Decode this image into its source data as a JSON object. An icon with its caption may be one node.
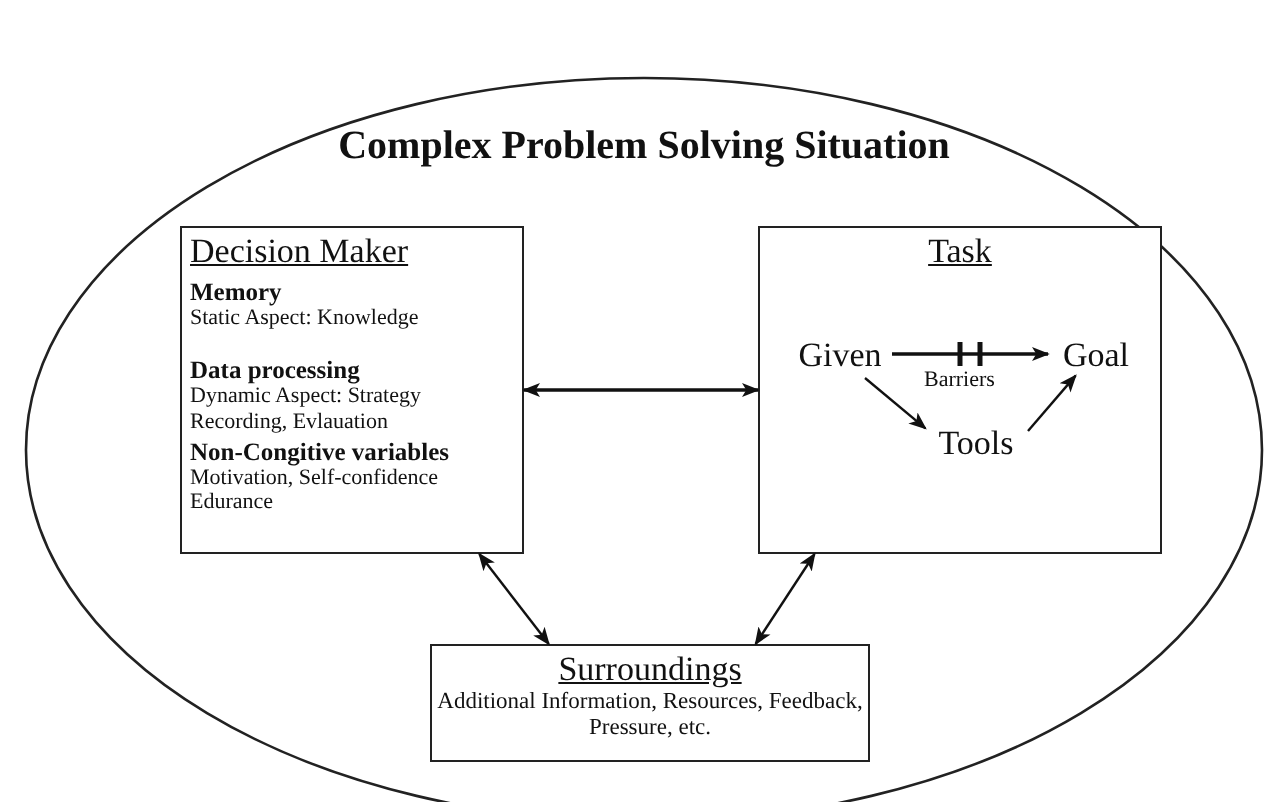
{
  "diagram": {
    "nodes": [
      {
        "text": [
          "Complex Problem Solving Situation"
        ]
      },
      {
        "text": [
          "Decision Maker",
          "Memory",
          "Static Aspect: Knowledge",
          "Data processing",
          "Dynamic Aspect: Strategy Recording, Evlauation",
          "Non-Congitive variables",
          "Motivation, Self-confidence Edurance"
        ],
        "in": 0
      },
      {
        "text": [
          "Task"
        ],
        "in": 0
      },
      {
        "text": [
          "Given"
        ],
        "in": 2
      },
      {
        "text": [
          "Goal"
        ],
        "in": 2
      },
      {
        "text": [
          "Tools"
        ],
        "in": 2
      },
      {
        "text": [
          "Surroundings",
          "Additional Information, Resources, Feedback, Pressure, etc."
        ],
        "in": 0
      }
    ],
    "edges": [
      {
        "from": 1,
        "to": 2,
        "arrow": "both"
      },
      {
        "from": 1,
        "to": 6,
        "arrow": "both"
      },
      {
        "from": 2,
        "to": 6,
        "arrow": "both"
      },
      {
        "from": 3,
        "to": 4,
        "arrow": "to",
        "label": "Barriers"
      },
      {
        "from": 3,
        "to": 5,
        "arrow": "to"
      },
      {
        "from": 5,
        "to": 4,
        "arrow": "to"
      }
    ]
  }
}
